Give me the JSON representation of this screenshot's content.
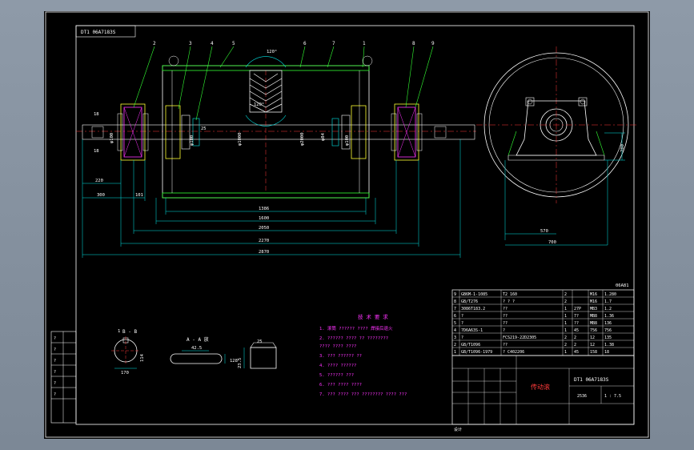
{
  "drawing": {
    "stamp_code": "DT1 06A7183S",
    "sheet_code": "06A81",
    "section_title": "B - B",
    "view_title": "A - A 放",
    "notes_title": "技 术 要 求"
  },
  "balloons": [
    "2",
    "3",
    "4",
    "5",
    "6",
    "7",
    "1",
    "8",
    "9"
  ],
  "angles": {
    "top": "120°",
    "bottom": "120°"
  },
  "diameters": {
    "shaft_left": "φ100",
    "bearing_left": "φ100",
    "drum": "φ1000",
    "shaft_center": "φ2000",
    "bearing_right": "φ84",
    "shaft_right": "φ100"
  },
  "dimensions": {
    "d_220": "220",
    "d_300": "300",
    "d_101": "101",
    "d_1386": "1386",
    "d_1600": "1600",
    "d_2050": "2050",
    "d_2270": "2270",
    "d_2870": "2870",
    "d_570": "570",
    "d_700": "700",
    "d_280": "280",
    "d_114": "114",
    "d_170": "170",
    "d_42": "42.5",
    "d_128": "128",
    "d_235": "23.5",
    "d_25": "25",
    "d_18a": "18",
    "d_18b": "18"
  },
  "parts_list": {
    "rows": [
      [
        "9",
        "GB6M-1-1085",
        "T2 160",
        "2",
        "",
        "M16",
        "1.280"
      ],
      [
        "8",
        "GB/T276",
        "? ? ?",
        "2",
        "",
        "M16",
        "1.7"
      ],
      [
        "7",
        "3086T183.2",
        "??",
        "1",
        "27P",
        "MB3",
        "1.2"
      ],
      [
        "6",
        "?",
        "??",
        "1",
        "7?",
        "MB8",
        "1.36"
      ],
      [
        "5",
        "?",
        "??",
        "1",
        "??",
        "MB8",
        "136"
      ],
      [
        "4",
        "7D6A63S-1",
        "?",
        "1",
        "45",
        "756",
        "756"
      ],
      [
        "3",
        "?",
        "FCS219-22D2305",
        "2",
        "2",
        "12",
        "135"
      ],
      [
        "2",
        "GB/T1096",
        "??",
        "2",
        "2",
        "12",
        "1.38"
      ],
      [
        "1",
        "GB/T1096-1979",
        "? C402206",
        "1",
        "45",
        "158",
        "18"
      ]
    ]
  },
  "title_block": {
    "name": "传动滚",
    "drawing_no": "DT1 06A7183S",
    "scale": "1 : 7.5",
    "weight": "2536",
    "designer": "设计"
  },
  "notes": [
    "1. 滚筒 ?????? ???? 焊接后退火",
    "2. ?????? ???? ?? ????????",
    "  ???? ???? ????",
    "3. ??? ?????? ??",
    "4. ???? ??????",
    "5. ?????? ???",
    "6. ??? ???? ????",
    "7. ??? ???? ??? ???????? ???? ???"
  ],
  "left_strip": [
    "?",
    "?",
    "?",
    "?",
    "?",
    "?"
  ]
}
